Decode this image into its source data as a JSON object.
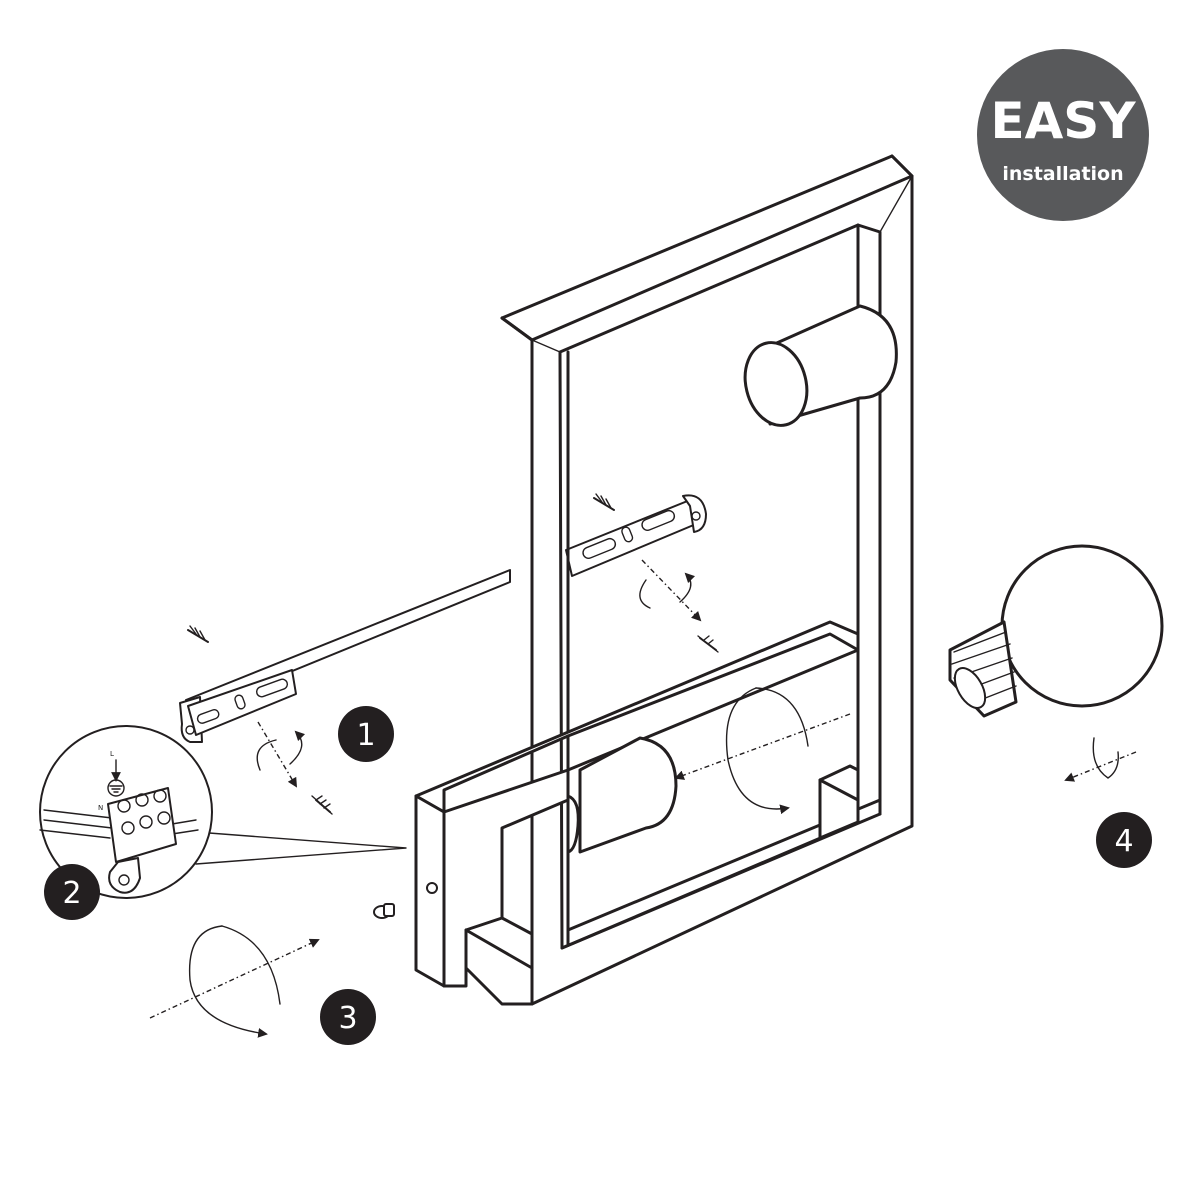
{
  "badge": {
    "title": "EASY",
    "subtitle": "installation",
    "color": "#58595b"
  },
  "steps": [
    {
      "number": "1"
    },
    {
      "number": "2"
    },
    {
      "number": "3"
    },
    {
      "number": "4"
    }
  ],
  "wiring_labels": {
    "live": "L",
    "neutral": "N"
  },
  "colors": {
    "line": "#231f20",
    "step_marker": "#231f20",
    "background": "#ffffff"
  },
  "icons": [
    "rotate-arrow-icon",
    "screw-icon",
    "wall-plug-icon",
    "light-bulb-icon"
  ]
}
